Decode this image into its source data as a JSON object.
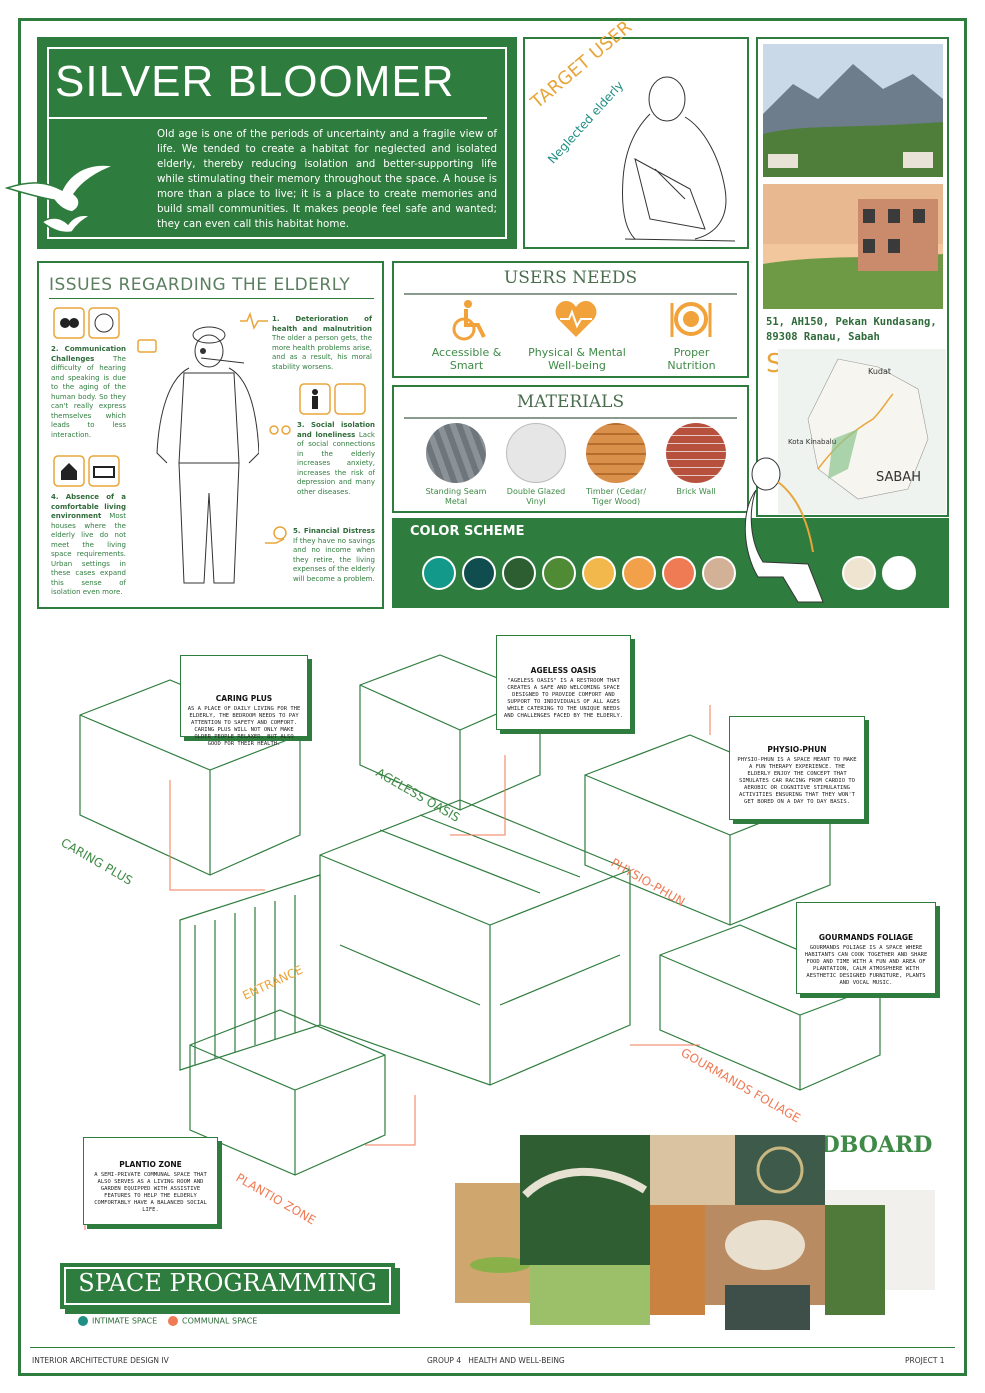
{
  "title": "SILVER BLOOMER",
  "intro": "Old age is one of the periods of uncertainty and a fragile view of life. We tended to create a habitat for neglected and isolated elderly, thereby reducing isolation and better-supporting life while stimulating their memory throughout the space. A house is more than a place to live; it is a place to create memories and build small communities. It makes people feel safe and wanted; they can even call this habitat home.",
  "target_user": {
    "title": "TARGET USER",
    "subtitle": "Neglected elderly"
  },
  "site": {
    "address": "51, AH150, Pekan Kundasang, 89308 Ranau, Sabah",
    "label": "SITE",
    "map_places": [
      "Kudat",
      "Kota Kinabalu",
      "SABAH"
    ]
  },
  "issues": {
    "title": "ISSUES REGARDING THE ELDERLY",
    "items": [
      {
        "heading": "1. Deterioration of health and malnutrition",
        "text": "The older a person gets, the more health problems arise, and as a result, his moral stability worsens."
      },
      {
        "heading": "2. Communication Challenges",
        "text": "The difficulty of hearing and speaking is due to the aging of the human body. So they can't really express themselves which leads to less interaction."
      },
      {
        "heading": "3. Social isolation and loneliness",
        "text": "Lack of social connections in the elderly increases anxiety, increases the risk of depression and many other diseases."
      },
      {
        "heading": "4. Absence of a comfortable living environment",
        "text": "Most houses where the elderly live do not meet the living space requirements. Urban settings in these cases expand this sense of isolation even more."
      },
      {
        "heading": "5. Financial Distress",
        "text": "If they have no savings and no income when they retire, the living expenses of the elderly will become a problem."
      }
    ]
  },
  "needs": {
    "title": "USERS NEEDS",
    "items": [
      {
        "label": "Accessible & Smart",
        "icon": "wheelchair-icon"
      },
      {
        "label": "Physical & Mental Well-being",
        "icon": "heart-pulse-icon"
      },
      {
        "label": "Proper Nutrition",
        "icon": "plate-cutlery-icon"
      }
    ]
  },
  "materials": {
    "title": "MATERIALS",
    "items": [
      {
        "label": "Standing Seam Metal",
        "color": "#7d848a"
      },
      {
        "label": "Double Glazed Vinyl",
        "color": "#e6e6e6"
      },
      {
        "label": "Timber (Cedar/ Tiger Wood)",
        "color": "#d8904a"
      },
      {
        "label": "Brick Wall",
        "color": "#b8503e"
      }
    ]
  },
  "color_scheme": {
    "title": "COLOR SCHEME",
    "swatches": [
      "#12998a",
      "#0f4d4f",
      "#2d5e32",
      "#4f8a34",
      "#f2b84b",
      "#f2a04a",
      "#ef7b55",
      "#d2b196",
      "#efe4d0",
      "#ffffff"
    ]
  },
  "zones": [
    {
      "label": "CARING PLUS",
      "desc": "AS A PLACE OF DAILY LIVING FOR THE ELDERLY, THE BEDROOM NEEDS TO PAY ATTENTION TO SAFETY AND COMFORT. CARING PLUS WILL NOT ONLY MAKE OLDER PEOPLE RELAXED, BUT ALSO GOOD FOR THEIR HEALTH."
    },
    {
      "label": "AGELESS OASIS",
      "desc": "\"AGELESS OASIS\" IS A RESTROOM THAT CREATES A SAFE AND WELCOMING SPACE DESIGNED TO PROVIDE COMFORT AND SUPPORT TO INDIVIDUALS OF ALL AGES WHILE CATERING TO THE UNIQUE NEEDS AND CHALLENGES FACED BY THE ELDERLY."
    },
    {
      "label": "PHYSIO-PHUN",
      "desc": "PHYSIO-PHUN IS A SPACE MEANT TO MAKE A FUN THERAPY EXPERIENCE. THE ELDERLY ENJOY THE CONCEPT THAT SIMULATES CAR RACING FROM CARDIO TO AEROBIC OR COGNITIVE STIMULATING ACTIVITIES ENSURING THAT THEY WON'T GET BORED ON A DAY TO DAY BASIS."
    },
    {
      "label": "GOURMANDS FOLIAGE",
      "desc": "GOURMANDS FOLIAGE IS A SPACE WHERE HABITANTS CAN COOK TOGETHER AND SHARE FOOD AND TIME WITH A FUN AND AREA OF PLANTATION, CALM ATMOSPHERE WITH AESTHETIC DESIGNED FURNITURE, PLANTS AND VOCAL MUSIC."
    },
    {
      "label": "PLANTIO ZONE",
      "desc": "A SEMI-PRIVATE COMMUNAL SPACE THAT ALSO SERVES AS A LIVING ROOM AND GARDEN EQUIPPED WITH ASSISTIVE FEATURES TO HELP THE ELDERLY COMFORTABLY HAVE A BALANCED SOCIAL LIFE."
    },
    {
      "label": "ENTRANCE"
    }
  ],
  "moodboard_title": "MOODBOARD",
  "space_programming": "SPACE PROGRAMMING",
  "legend": [
    {
      "label": "INTIMATE SPACE",
      "color": "#1f8f84"
    },
    {
      "label": "COMMUNAL SPACE",
      "color": "#ef7b55"
    }
  ],
  "footer": {
    "left": "INTERIOR ARCHITECTURE DESIGN IV",
    "center": "GROUP 4   HEALTH AND WELL-BEING",
    "right": "PROJECT 1"
  }
}
